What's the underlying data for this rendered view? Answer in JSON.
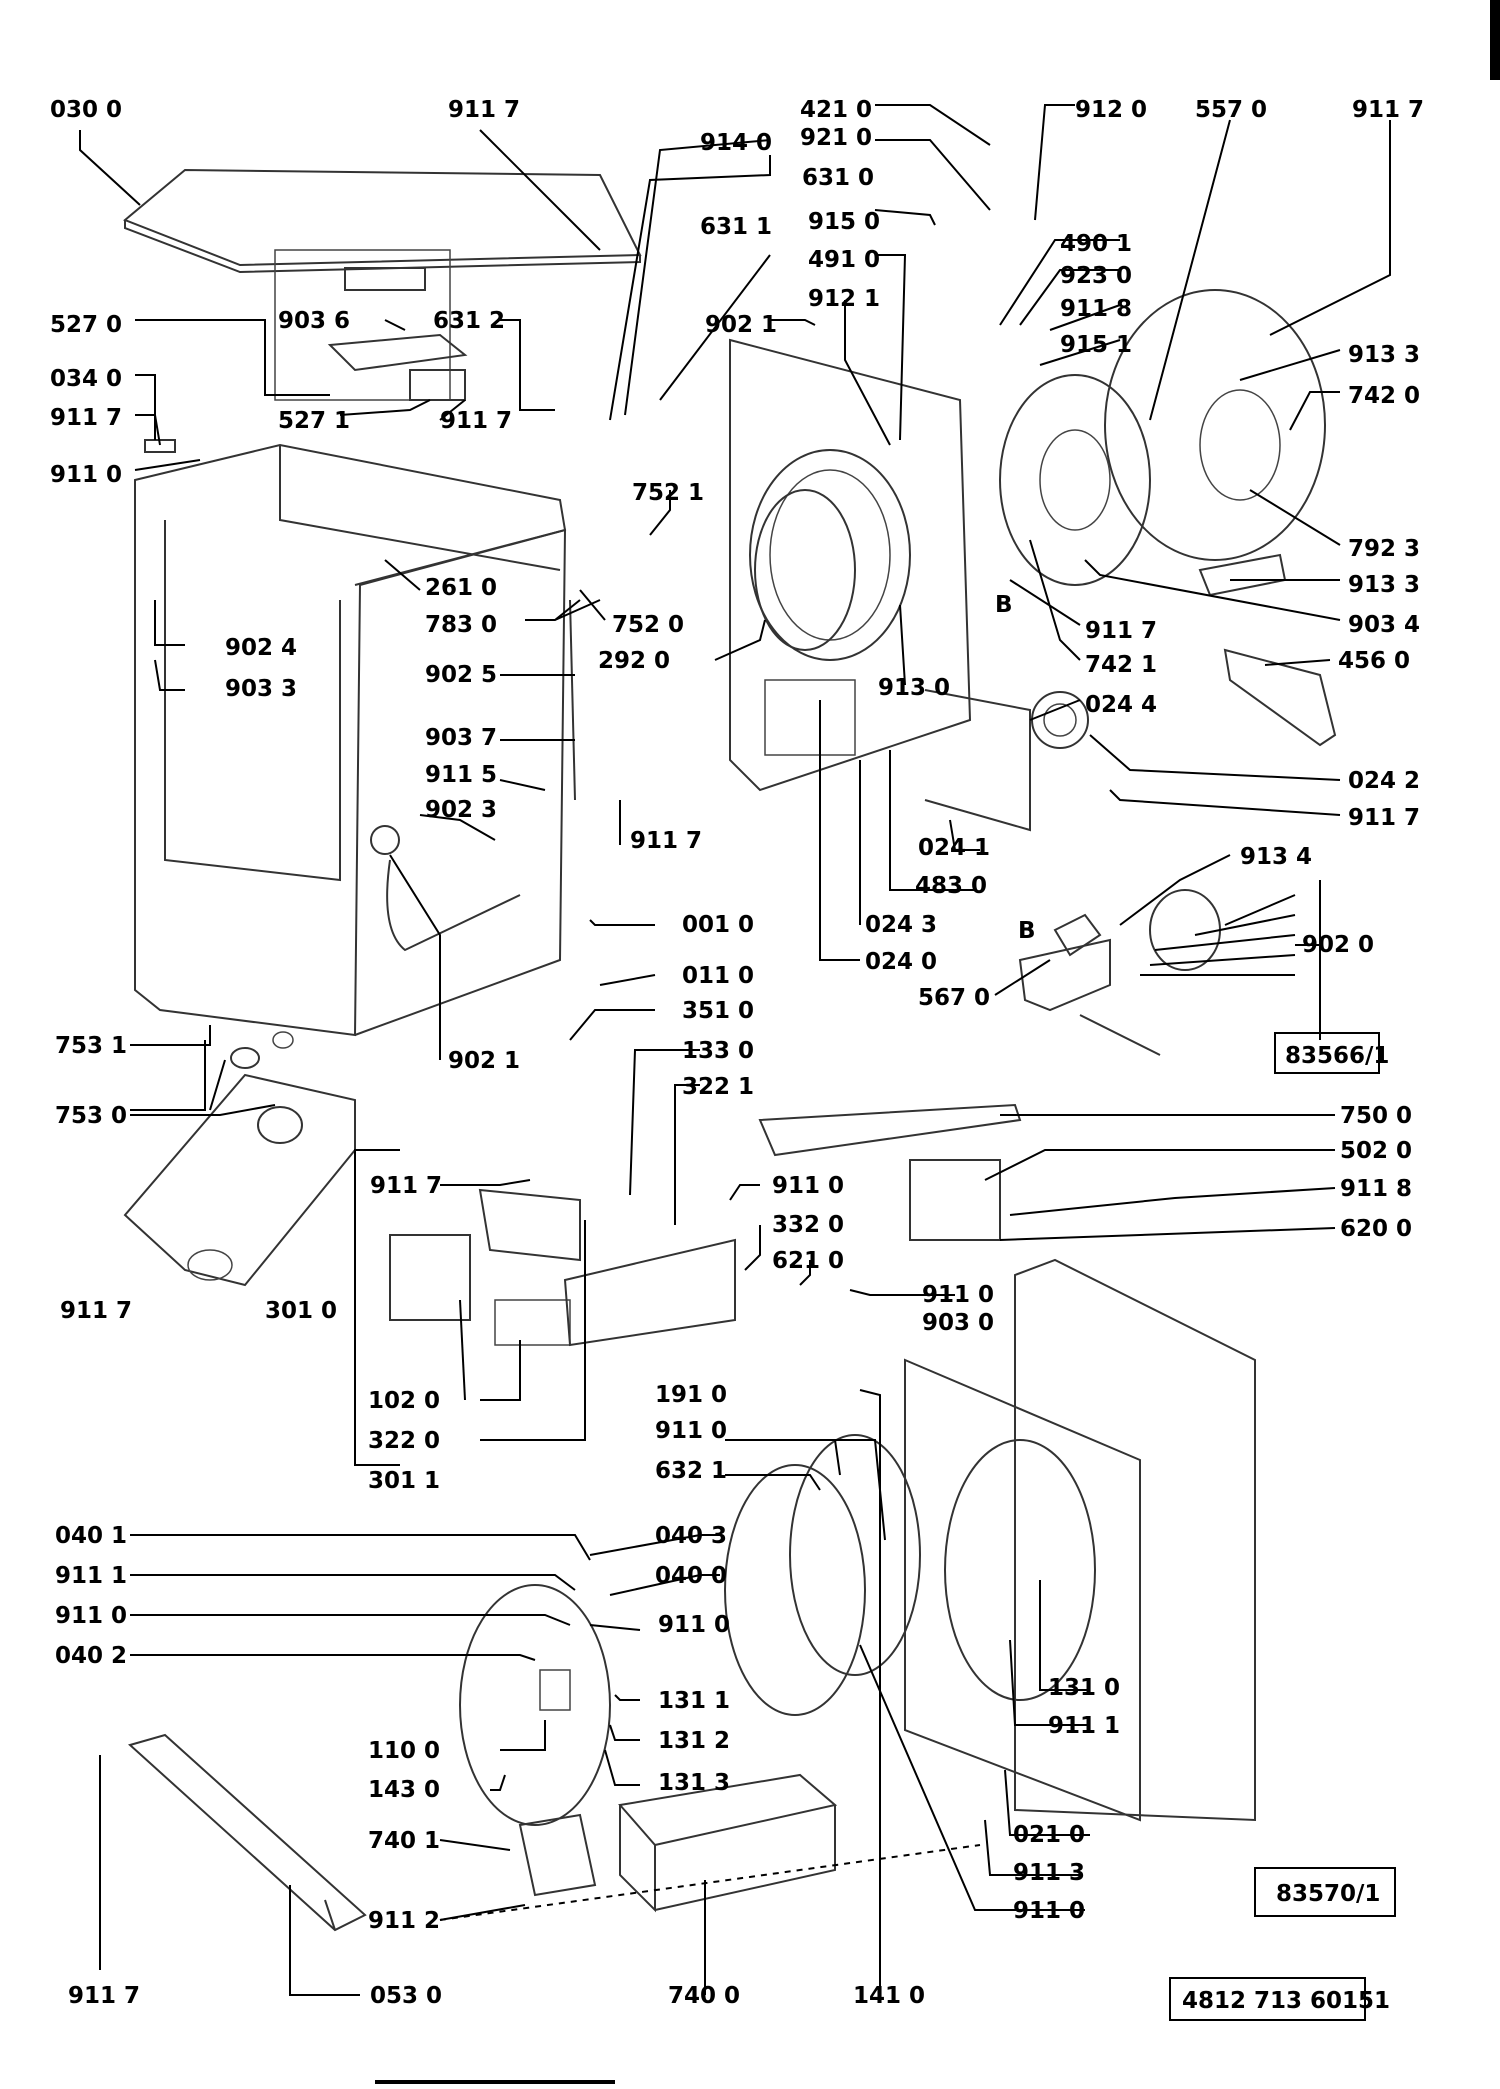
{
  "diagram": {
    "labels": [
      {
        "id": "l1",
        "text": "030 0"
      },
      {
        "id": "l2",
        "text": "911 7"
      },
      {
        "id": "l3",
        "text": "914 0"
      },
      {
        "id": "l4",
        "text": "631 0"
      },
      {
        "id": "l5",
        "text": "631 1"
      },
      {
        "id": "l6",
        "text": "421 0"
      },
      {
        "id": "l7",
        "text": "921 0"
      },
      {
        "id": "l8",
        "text": "915 0"
      },
      {
        "id": "l9",
        "text": "491 0"
      },
      {
        "id": "l10",
        "text": "912 1"
      },
      {
        "id": "l11",
        "text": "902 1"
      },
      {
        "id": "l12",
        "text": "912 0"
      },
      {
        "id": "l13",
        "text": "557 0"
      },
      {
        "id": "l14",
        "text": "911 7"
      },
      {
        "id": "l15",
        "text": "490 1"
      },
      {
        "id": "l16",
        "text": "923 0"
      },
      {
        "id": "l17",
        "text": "911 8"
      },
      {
        "id": "l18",
        "text": "915 1"
      },
      {
        "id": "l19",
        "text": "913 3"
      },
      {
        "id": "l20",
        "text": "742 0"
      },
      {
        "id": "l21",
        "text": "527 0"
      },
      {
        "id": "l22",
        "text": "903 6"
      },
      {
        "id": "l23",
        "text": "631 2"
      },
      {
        "id": "l24",
        "text": "034 0"
      },
      {
        "id": "l25",
        "text": "911 7"
      },
      {
        "id": "l26",
        "text": "527 1"
      },
      {
        "id": "l27",
        "text": "911 7"
      },
      {
        "id": "l28",
        "text": "911 0"
      },
      {
        "id": "l29",
        "text": "752 1"
      },
      {
        "id": "l30",
        "text": "792 3"
      },
      {
        "id": "l31",
        "text": "913 3"
      },
      {
        "id": "l32",
        "text": "903 4"
      },
      {
        "id": "l33",
        "text": "261 0"
      },
      {
        "id": "l34",
        "text": "783 0"
      },
      {
        "id": "l35",
        "text": "752 0"
      },
      {
        "id": "l36",
        "text": "902 4"
      },
      {
        "id": "l37",
        "text": "903 3"
      },
      {
        "id": "l38",
        "text": "902 5"
      },
      {
        "id": "l39",
        "text": "292 0"
      },
      {
        "id": "l40",
        "text": "913 0"
      },
      {
        "id": "l41",
        "text": "911 7"
      },
      {
        "id": "l42",
        "text": "742 1"
      },
      {
        "id": "l43",
        "text": "456 0"
      },
      {
        "id": "l44",
        "text": "024 4"
      },
      {
        "id": "l45",
        "text": "903 7"
      },
      {
        "id": "l46",
        "text": "911 5"
      },
      {
        "id": "l47",
        "text": "902 3"
      },
      {
        "id": "l48",
        "text": "911 7"
      },
      {
        "id": "l49",
        "text": "024 2"
      },
      {
        "id": "l50",
        "text": "911 7"
      },
      {
        "id": "l51",
        "text": "024 1"
      },
      {
        "id": "l52",
        "text": "483 0"
      },
      {
        "id": "l53",
        "text": "913 4"
      },
      {
        "id": "l54",
        "text": "001 0"
      },
      {
        "id": "l55",
        "text": "024 3"
      },
      {
        "id": "l56",
        "text": "024 0"
      },
      {
        "id": "l57",
        "text": "902 0"
      },
      {
        "id": "l58",
        "text": "011 0"
      },
      {
        "id": "l59",
        "text": "567 0"
      },
      {
        "id": "l60",
        "text": "753 1"
      },
      {
        "id": "l61",
        "text": "902 1"
      },
      {
        "id": "l62",
        "text": "351 0"
      },
      {
        "id": "l63",
        "text": "133 0"
      },
      {
        "id": "l64",
        "text": "322 1"
      },
      {
        "id": "l65",
        "text": "753 0"
      },
      {
        "id": "l66",
        "text": "750 0"
      },
      {
        "id": "l67",
        "text": "502 0"
      },
      {
        "id": "l68",
        "text": "911 7"
      },
      {
        "id": "l69",
        "text": "911 0"
      },
      {
        "id": "l70",
        "text": "911 8"
      },
      {
        "id": "l71",
        "text": "620 0"
      },
      {
        "id": "l72",
        "text": "332 0"
      },
      {
        "id": "l73",
        "text": "621 0"
      },
      {
        "id": "l74",
        "text": "911 7"
      },
      {
        "id": "l75",
        "text": "301 0"
      },
      {
        "id": "l76",
        "text": "911 0"
      },
      {
        "id": "l77",
        "text": "903 0"
      },
      {
        "id": "l78",
        "text": "102 0"
      },
      {
        "id": "l79",
        "text": "322 0"
      },
      {
        "id": "l80",
        "text": "301 1"
      },
      {
        "id": "l81",
        "text": "191 0"
      },
      {
        "id": "l82",
        "text": "911 0"
      },
      {
        "id": "l83",
        "text": "632 1"
      },
      {
        "id": "l84",
        "text": "040 1"
      },
      {
        "id": "l85",
        "text": "040 3"
      },
      {
        "id": "l86",
        "text": "911 1"
      },
      {
        "id": "l87",
        "text": "040 0"
      },
      {
        "id": "l88",
        "text": "911 0"
      },
      {
        "id": "l89",
        "text": "911 0"
      },
      {
        "id": "l90",
        "text": "040 2"
      },
      {
        "id": "l91",
        "text": "131 1"
      },
      {
        "id": "l92",
        "text": "131 2"
      },
      {
        "id": "l93",
        "text": "131 3"
      },
      {
        "id": "l94",
        "text": "131 0"
      },
      {
        "id": "l95",
        "text": "911 1"
      },
      {
        "id": "l96",
        "text": "110 0"
      },
      {
        "id": "l97",
        "text": "143 0"
      },
      {
        "id": "l98",
        "text": "021 0"
      },
      {
        "id": "l99",
        "text": "740 1"
      },
      {
        "id": "l100",
        "text": "911 3"
      },
      {
        "id": "l101",
        "text": "911 2"
      },
      {
        "id": "l102",
        "text": "911 0"
      },
      {
        "id": "l103",
        "text": "911 7"
      },
      {
        "id": "l104",
        "text": "053 0"
      },
      {
        "id": "l105",
        "text": "740 0"
      },
      {
        "id": "l106",
        "text": "141 0"
      },
      {
        "id": "l107",
        "text": "B"
      },
      {
        "id": "l108",
        "text": "B"
      }
    ],
    "ref_boxes": [
      {
        "id": "b1",
        "text": "83566/1"
      },
      {
        "id": "b2",
        "text": "83570/1"
      },
      {
        "id": "b3",
        "text": "4812 713 60151"
      }
    ]
  }
}
